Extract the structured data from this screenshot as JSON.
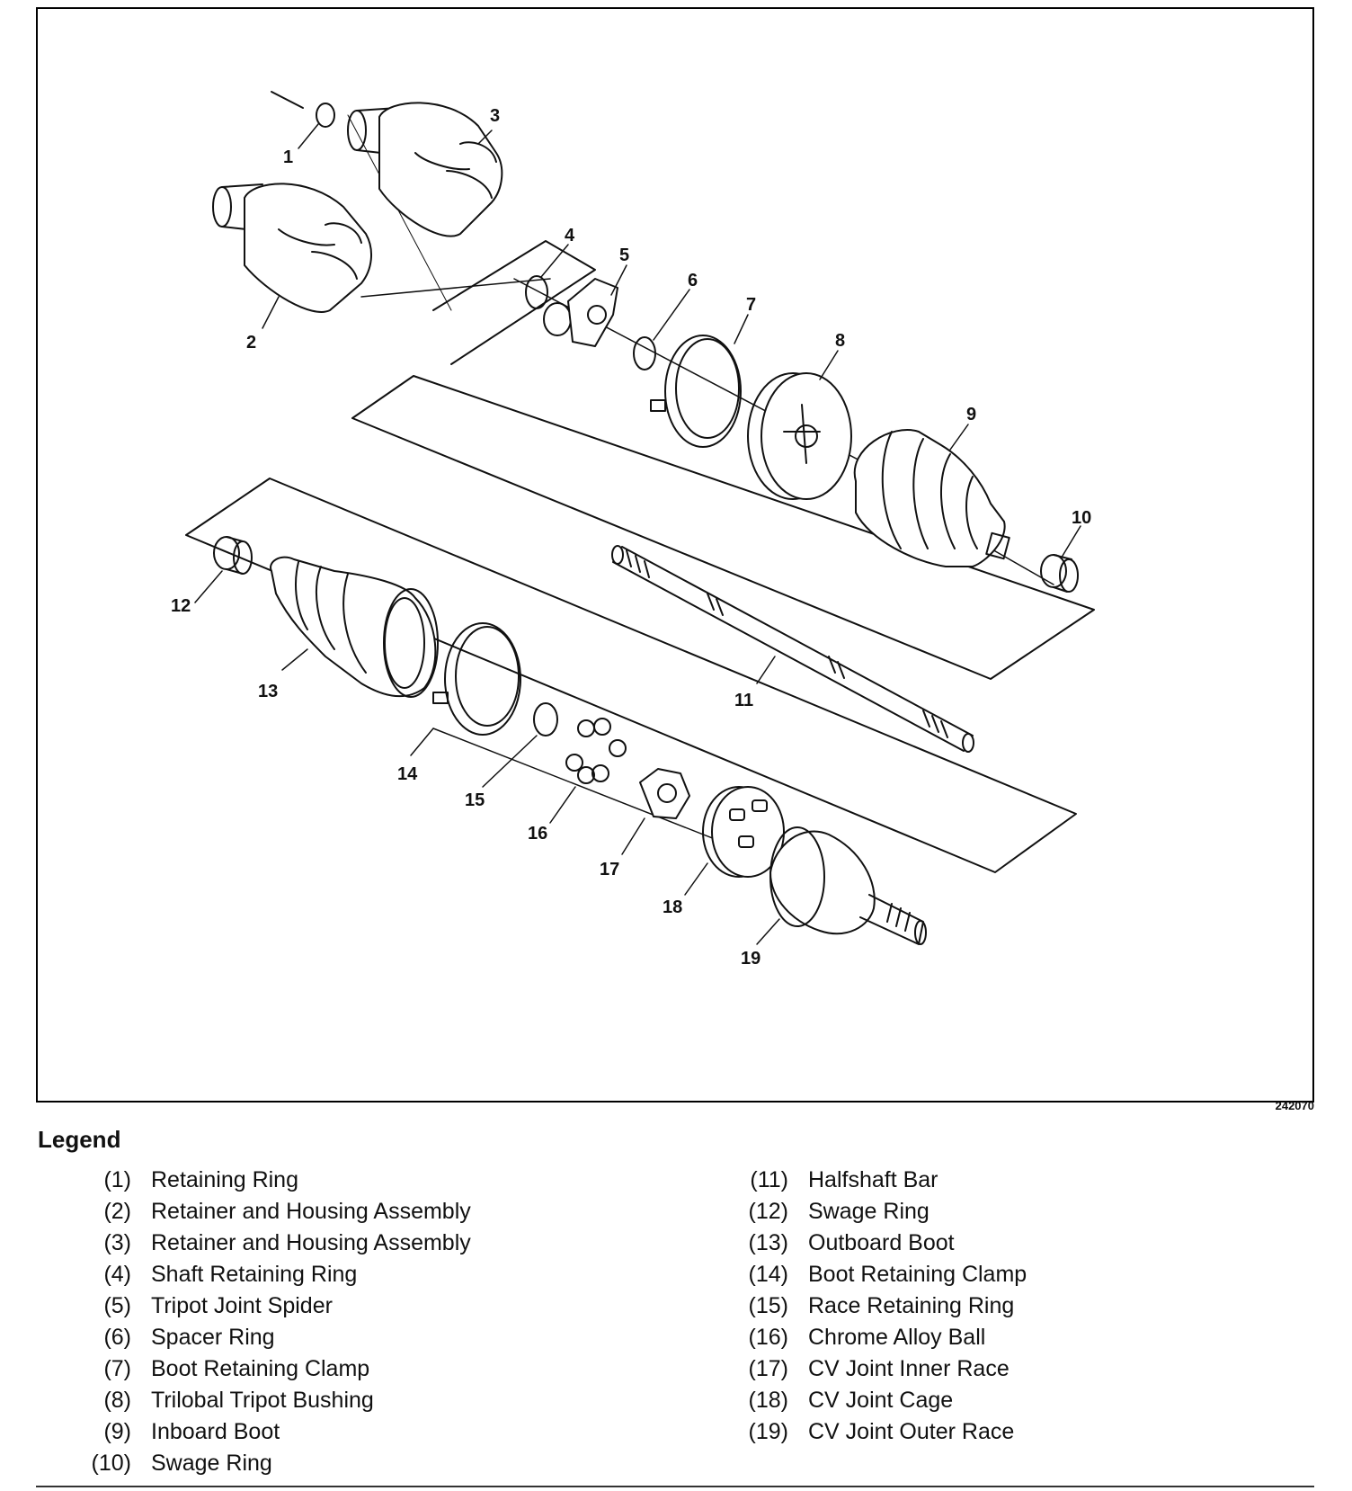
{
  "figure_id": "242070",
  "callouts": [
    "1",
    "2",
    "3",
    "4",
    "5",
    "6",
    "7",
    "8",
    "9",
    "10",
    "11",
    "12",
    "13",
    "14",
    "15",
    "16",
    "17",
    "18",
    "19"
  ],
  "legend": {
    "title": "Legend",
    "items": [
      {
        "num": "(1)",
        "label": "Retaining Ring"
      },
      {
        "num": "(2)",
        "label": "Retainer and Housing Assembly"
      },
      {
        "num": "(3)",
        "label": "Retainer and Housing Assembly"
      },
      {
        "num": "(4)",
        "label": "Shaft Retaining Ring"
      },
      {
        "num": "(5)",
        "label": "Tripot Joint Spider"
      },
      {
        "num": "(6)",
        "label": "Spacer Ring"
      },
      {
        "num": "(7)",
        "label": "Boot Retaining Clamp"
      },
      {
        "num": "(8)",
        "label": "Trilobal Tripot Bushing"
      },
      {
        "num": "(9)",
        "label": "Inboard Boot"
      },
      {
        "num": "(10)",
        "label": "Swage Ring"
      },
      {
        "num": "(11)",
        "label": "Halfshaft Bar"
      },
      {
        "num": "(12)",
        "label": "Swage Ring"
      },
      {
        "num": "(13)",
        "label": "Outboard Boot"
      },
      {
        "num": "(14)",
        "label": "Boot Retaining Clamp"
      },
      {
        "num": "(15)",
        "label": "Race Retaining Ring"
      },
      {
        "num": "(16)",
        "label": "Chrome Alloy Ball"
      },
      {
        "num": "(17)",
        "label": "CV Joint Inner Race"
      },
      {
        "num": "(18)",
        "label": "CV Joint Cage"
      },
      {
        "num": "(19)",
        "label": "CV Joint Outer Race"
      }
    ]
  }
}
